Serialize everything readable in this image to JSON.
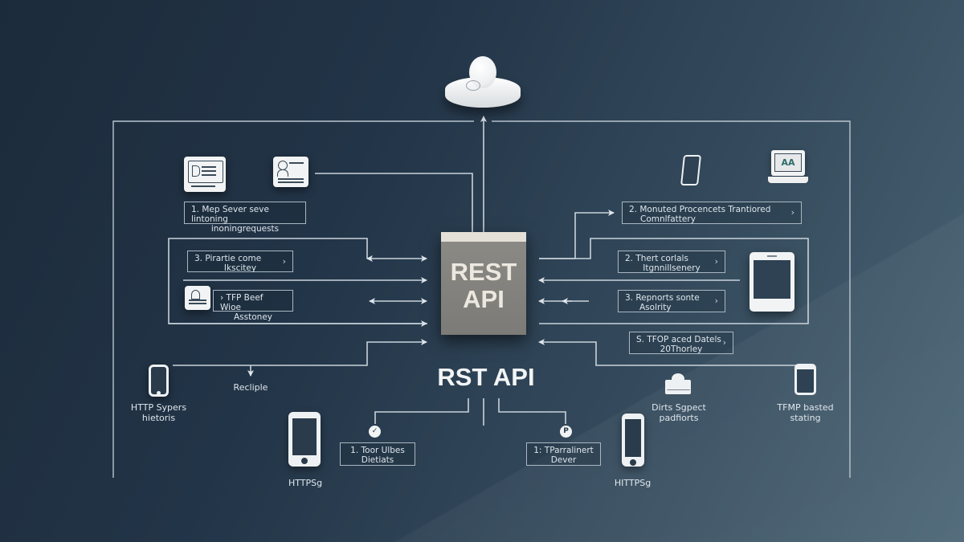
{
  "diagram": {
    "title": "RST API",
    "hub_label_line1": "REST",
    "hub_label_line2": "API",
    "top_node_icon": "cloud-server-icon"
  },
  "colors": {
    "background_dark": "#1c2b3b",
    "background_light": "#4a6474",
    "line": "#c9d3db",
    "hub_box": "#7c7b77",
    "hub_text": "#ece8e0",
    "label_text": "#dfe6ec"
  },
  "left": {
    "icons": [
      {
        "name": "document-card-icon"
      },
      {
        "name": "user-profile-card-icon"
      }
    ],
    "labels": [
      {
        "line1": "1.  Mep Sever seve lintoning",
        "line2": "inoningrequests",
        "chevron": ""
      },
      {
        "line1": "3.  Pirartie come",
        "line2": "Ikscitey",
        "chevron": "›"
      },
      {
        "line1": "›  TFP Beef Wioe",
        "line2": "Asstoney",
        "chevron": ""
      }
    ],
    "small_icon": "image-card-icon",
    "captions": [
      {
        "line1": "Recliple",
        "line2": ""
      },
      {
        "line1": "HTTP Sypers",
        "line2": "hietoris"
      },
      {
        "line1": "HTTPSg",
        "line2": ""
      }
    ],
    "bottom_label": {
      "line1": "1.  Toor Ulbes",
      "line2": "Dietiats"
    }
  },
  "right": {
    "icons": [
      {
        "name": "smartphone-icon"
      },
      {
        "name": "laptop-icon",
        "screen_text": "AA"
      }
    ],
    "labels": [
      {
        "line1": "2.  Monuted Procencets Trantiored",
        "line2": "Comnlfattery",
        "chevron": "›"
      },
      {
        "line1": "2.  Thert corlals",
        "line2": "Itgnnillsenery",
        "chevron": "›"
      },
      {
        "line1": "3.  Repnorts sonte",
        "line2": "Asolrity",
        "chevron": "›"
      },
      {
        "line1": "S.  TFOP aced Datels",
        "line2": "20Thorley",
        "chevron": "›"
      }
    ],
    "captions": [
      {
        "line1": "Dirts Sgpect",
        "line2": "padfiorts"
      },
      {
        "line1": "TFMP basted",
        "line2": "stating"
      },
      {
        "line1": "HITTPSg",
        "line2": ""
      }
    ],
    "bottom_label": {
      "line1": "1: TParralinert",
      "line2": "Dever"
    }
  },
  "markers": {
    "left_dot": "✓",
    "right_dot": "P"
  }
}
